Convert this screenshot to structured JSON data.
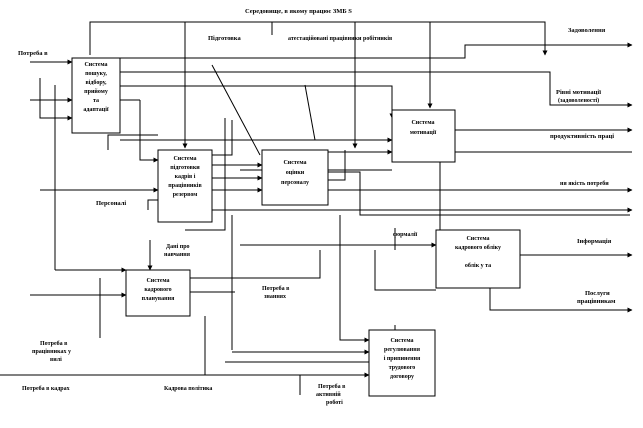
{
  "top_label": "Середовище, в якому працює ЗМБ S",
  "boxes": {
    "b1": [
      "Система",
      "пошуку,",
      "відбору,",
      "прийому",
      "та",
      "адаптації"
    ],
    "b2": [
      "Система",
      "підготовки",
      "кадрів і",
      "працівників",
      "резервом"
    ],
    "b3": [
      "Система",
      "оцінки",
      "персоналу"
    ],
    "b4": [
      "Система",
      "мотивації"
    ],
    "b5": [
      "Система",
      "кадрового обліку",
      "",
      "облік у та"
    ],
    "b6": [
      "Система",
      "кадрового",
      "планування"
    ],
    "b7": [
      "Система",
      "регулювання",
      "і припинення",
      "трудового",
      "договору"
    ]
  },
  "labels": {
    "potreba_top": "Потреба в",
    "pidgotovka": "Підготовка",
    "atestatsiya": "атестаційовані працівники робітників",
    "zadovolennya": "Задоволення",
    "rivni_motyvatsiyi": "Рівні мотивації",
    "zadovolenost": "(задоволеності)",
    "produktyvnist": "продуктивність праці",
    "kharakter_potreb": "ня якість потреби",
    "personali": "Персоналі",
    "dani_1": "Дані про",
    "dani_2": "навчання",
    "formalii": "формалії",
    "informatsiya": "Інформація",
    "poslugy_1": "Послуги",
    "poslugy_2": "працівникам",
    "potreba_znannyakh_1": "Потреба в",
    "potreba_znannyakh_2": "знаннях",
    "potreba_prac_1": "Потреба в",
    "potreba_prac_2": "працівниках у",
    "potreba_prac_3": "вилі",
    "potreba_kadry": "Потреба в кадрах",
    "kadrova_polityka": "Кадрова політика",
    "potreba_robota_1": "Потреба в",
    "potreba_robota_2": "активній",
    "potreba_robota_3": "роботі"
  }
}
